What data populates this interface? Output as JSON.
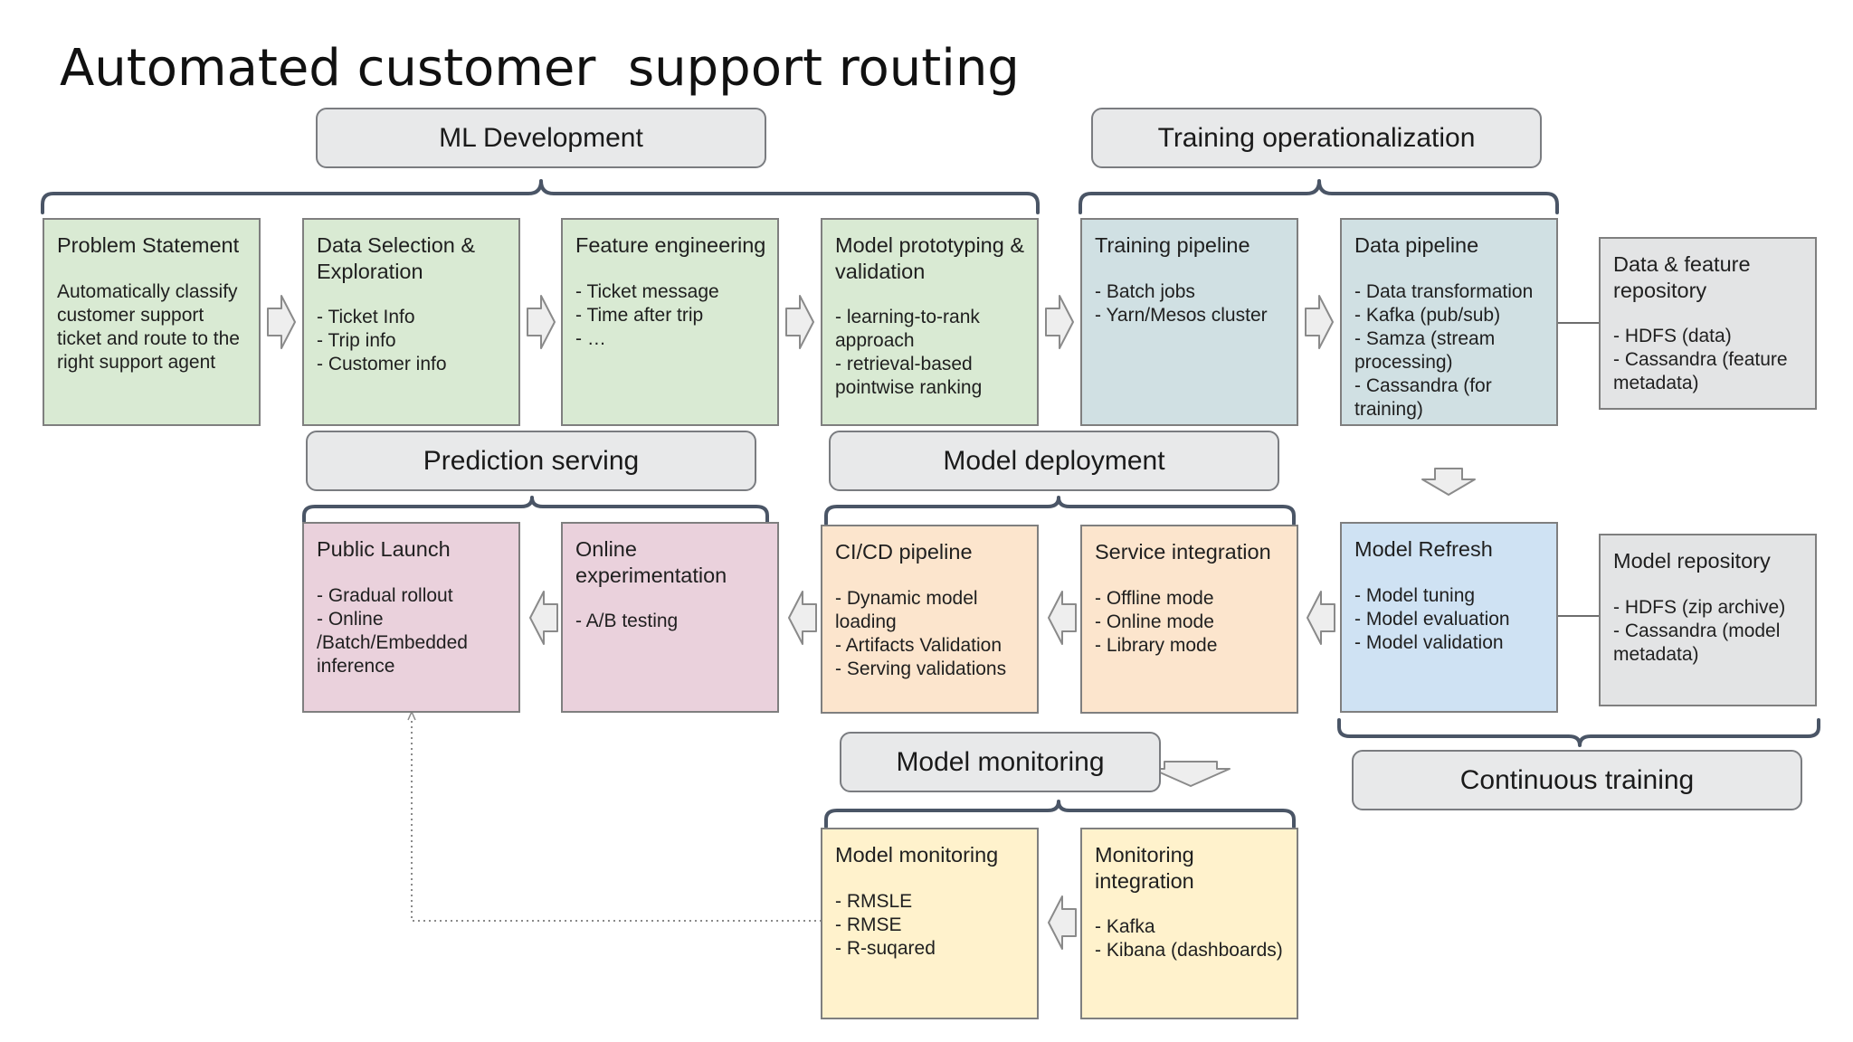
{
  "title": "Automated customer  support routing",
  "phases": {
    "ml_development": "ML Development",
    "training_operationalization": "Training operationalization",
    "prediction_serving": "Prediction serving",
    "model_deployment": "Model deployment",
    "model_monitoring": "Model monitoring",
    "continuous_training": "Continuous training"
  },
  "boxes": {
    "problem_statement": {
      "title": "Problem Statement",
      "description": "Automatically classify customer support ticket and route to the right support agent"
    },
    "data_selection": {
      "title": "Data Selection & Exploration",
      "items": [
        "- Ticket Info",
        "- Trip info",
        "- Customer info"
      ]
    },
    "feature_engineering": {
      "title": "Feature engineering",
      "items": [
        "- Ticket message",
        "- Time after trip",
        "- …"
      ]
    },
    "model_prototyping": {
      "title": "Model prototyping & validation",
      "items": [
        "- learning-to-rank approach",
        "- retrieval-based pointwise ranking"
      ]
    },
    "training_pipeline": {
      "title": "Training pipeline",
      "items": [
        "- Batch jobs",
        "- Yarn/Mesos cluster"
      ]
    },
    "data_pipeline": {
      "title": "Data pipeline",
      "items": [
        "- Data transformation",
        "- Kafka (pub/sub)",
        "- Samza (stream processing)",
        "- Cassandra (for training)"
      ]
    },
    "data_feature_repository": {
      "title": "Data & feature repository",
      "items": [
        "- HDFS (data)",
        "- Cassandra (feature metadata)"
      ]
    },
    "public_launch": {
      "title": "Public Launch",
      "items": [
        "- Gradual rollout",
        "- Online /Batch/Embedded inference"
      ]
    },
    "online_experimentation": {
      "title": "Online experimentation",
      "items": [
        "- A/B testing"
      ]
    },
    "cicd_pipeline": {
      "title": "CI/CD pipeline",
      "items": [
        "- Dynamic model loading",
        "- Artifacts Validation",
        "- Serving validations"
      ]
    },
    "service_integration": {
      "title": "Service integration",
      "items": [
        "- Offline mode",
        "- Online mode",
        "- Library mode"
      ]
    },
    "model_refresh": {
      "title": "Model Refresh",
      "items": [
        "- Model tuning",
        "- Model evaluation",
        "- Model validation"
      ]
    },
    "model_repository": {
      "title": "Model repository",
      "items": [
        "- HDFS (zip archive)",
        "- Cassandra (model metadata)"
      ]
    },
    "model_monitoring": {
      "title": "Model monitoring",
      "items": [
        "- RMSLE",
        "- RMSE",
        "- R-suqared"
      ]
    },
    "monitoring_integration": {
      "title": "Monitoring integration",
      "items": [
        "- Kafka",
        "- Kibana (dashboards)"
      ]
    }
  },
  "colors": {
    "green": "#d9ead3",
    "blue_gray": "#d0e0e3",
    "gray": "#e3e4e5",
    "pink": "#ead1dc",
    "orange": "#fce5cd",
    "light_blue": "#cfe2f3",
    "yellow": "#fff2cc",
    "bracket": "#4a5566",
    "arrow_fill": "#eeeeee",
    "arrow_stroke": "#8a8a8a"
  }
}
